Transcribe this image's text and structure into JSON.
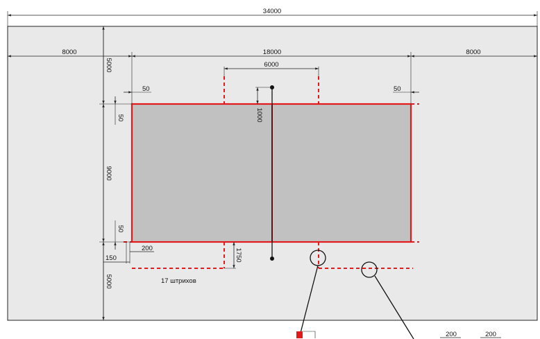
{
  "colors": {
    "background": "#ffffff",
    "hall_floor": "#e9e9e9",
    "court": "#c1c1c1",
    "court_lines": "#e3191c",
    "dimension_lines": "#222222"
  },
  "dimensions": {
    "total_width": "34000",
    "free_zone_left": "8000",
    "court_length": "18000",
    "free_zone_right": "8000",
    "attack_zones": "6000",
    "top_free_zone": "5000",
    "court_width": "9000",
    "bottom_free_zone": "5000",
    "line_width_left": "50",
    "line_width_right": "50",
    "line_width_top": "50",
    "line_width_bottom": "50",
    "post_distance": "1000",
    "dash_offset": "1750",
    "bottom_offset": "150",
    "bottom_mark": "200",
    "detail_dash": "200",
    "detail_gap": "200"
  },
  "annotations": {
    "dash_count": "17 штрихов"
  }
}
